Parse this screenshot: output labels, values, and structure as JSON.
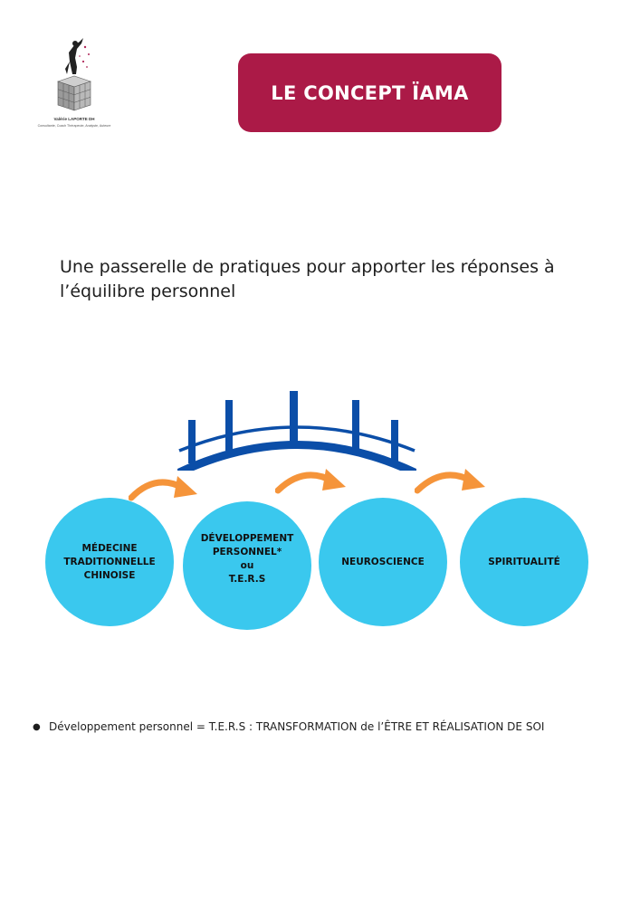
{
  "logo": {
    "name": "Valérie LAPORTE DH",
    "tagline": "Consultante, Coach Thérapeute, Analyste, Auteure"
  },
  "header": {
    "title": "LE CONCEPT ÏAMA",
    "title_color": "#ab1a47"
  },
  "intro": {
    "line1": "Une passerelle de pratiques pour apporter les réponses à",
    "line2": "l’équilibre personnel"
  },
  "diagram": {
    "circle_color": "#3ac8ee",
    "arrow_color": "#f5943a",
    "bridge_color": "#0b4ea8",
    "steps": [
      {
        "lines": [
          "MÉDECINE",
          "TRADITIONNELLE",
          "CHINOISE"
        ]
      },
      {
        "lines": [
          "DÉVELOPPEMENT",
          "PERSONNEL*",
          "ou",
          "T.E.R.S"
        ]
      },
      {
        "lines": [
          "NEUROSCIENCE"
        ]
      },
      {
        "lines": [
          "SPIRITUALITÉ"
        ]
      }
    ]
  },
  "footnote": {
    "text": "Développement personnel = T.E.R.S : TRANSFORMATION de l’ÊTRE ET RÉALISATION DE SOI"
  }
}
